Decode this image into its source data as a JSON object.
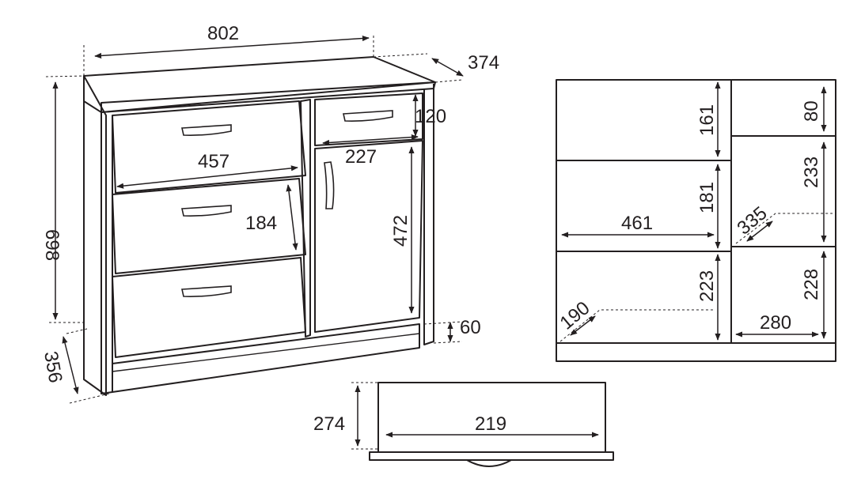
{
  "colors": {
    "line": "#231f20",
    "background": "#ffffff"
  },
  "dimensions": {
    "overall_width": "802",
    "overall_depth": "374",
    "overall_height": "698",
    "base_depth": "356",
    "drawer_width": "457",
    "drawer_front_height": "184",
    "small_drawer_height": "120",
    "small_drawer_width": "227",
    "door_height": "472",
    "plinth_height": "60",
    "left_shelf_top_height": "161",
    "left_shelf_middle_height": "181",
    "left_inner_width": "461",
    "left_shelf_bottom_height": "223",
    "left_bottom_depth": "190",
    "right_top_height": "80",
    "right_middle_height": "233",
    "right_shelf_depth": "335",
    "right_bottom_height": "228",
    "right_inner_width": "280",
    "box_height": "274",
    "box_width": "219"
  }
}
